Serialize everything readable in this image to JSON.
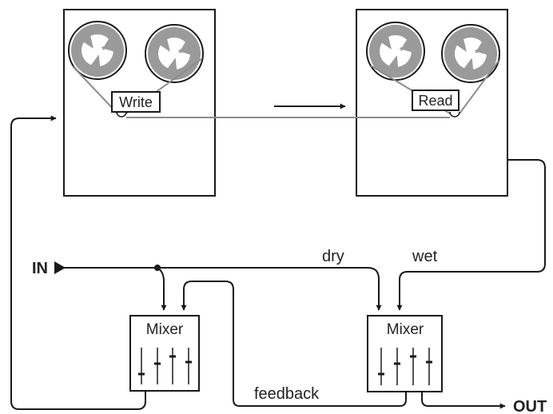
{
  "diagram": {
    "write_label": "Write",
    "read_label": "Read",
    "mixer1_label": "Mixer",
    "mixer2_label": "Mixer",
    "in_label": "IN",
    "out_label": "OUT",
    "dry_label": "dry",
    "wet_label": "wet",
    "feedback_label": "feedback"
  },
  "colors": {
    "line": "#1a1a1a",
    "tape": "#8c8c8c",
    "reel": "#9a9a9a"
  }
}
